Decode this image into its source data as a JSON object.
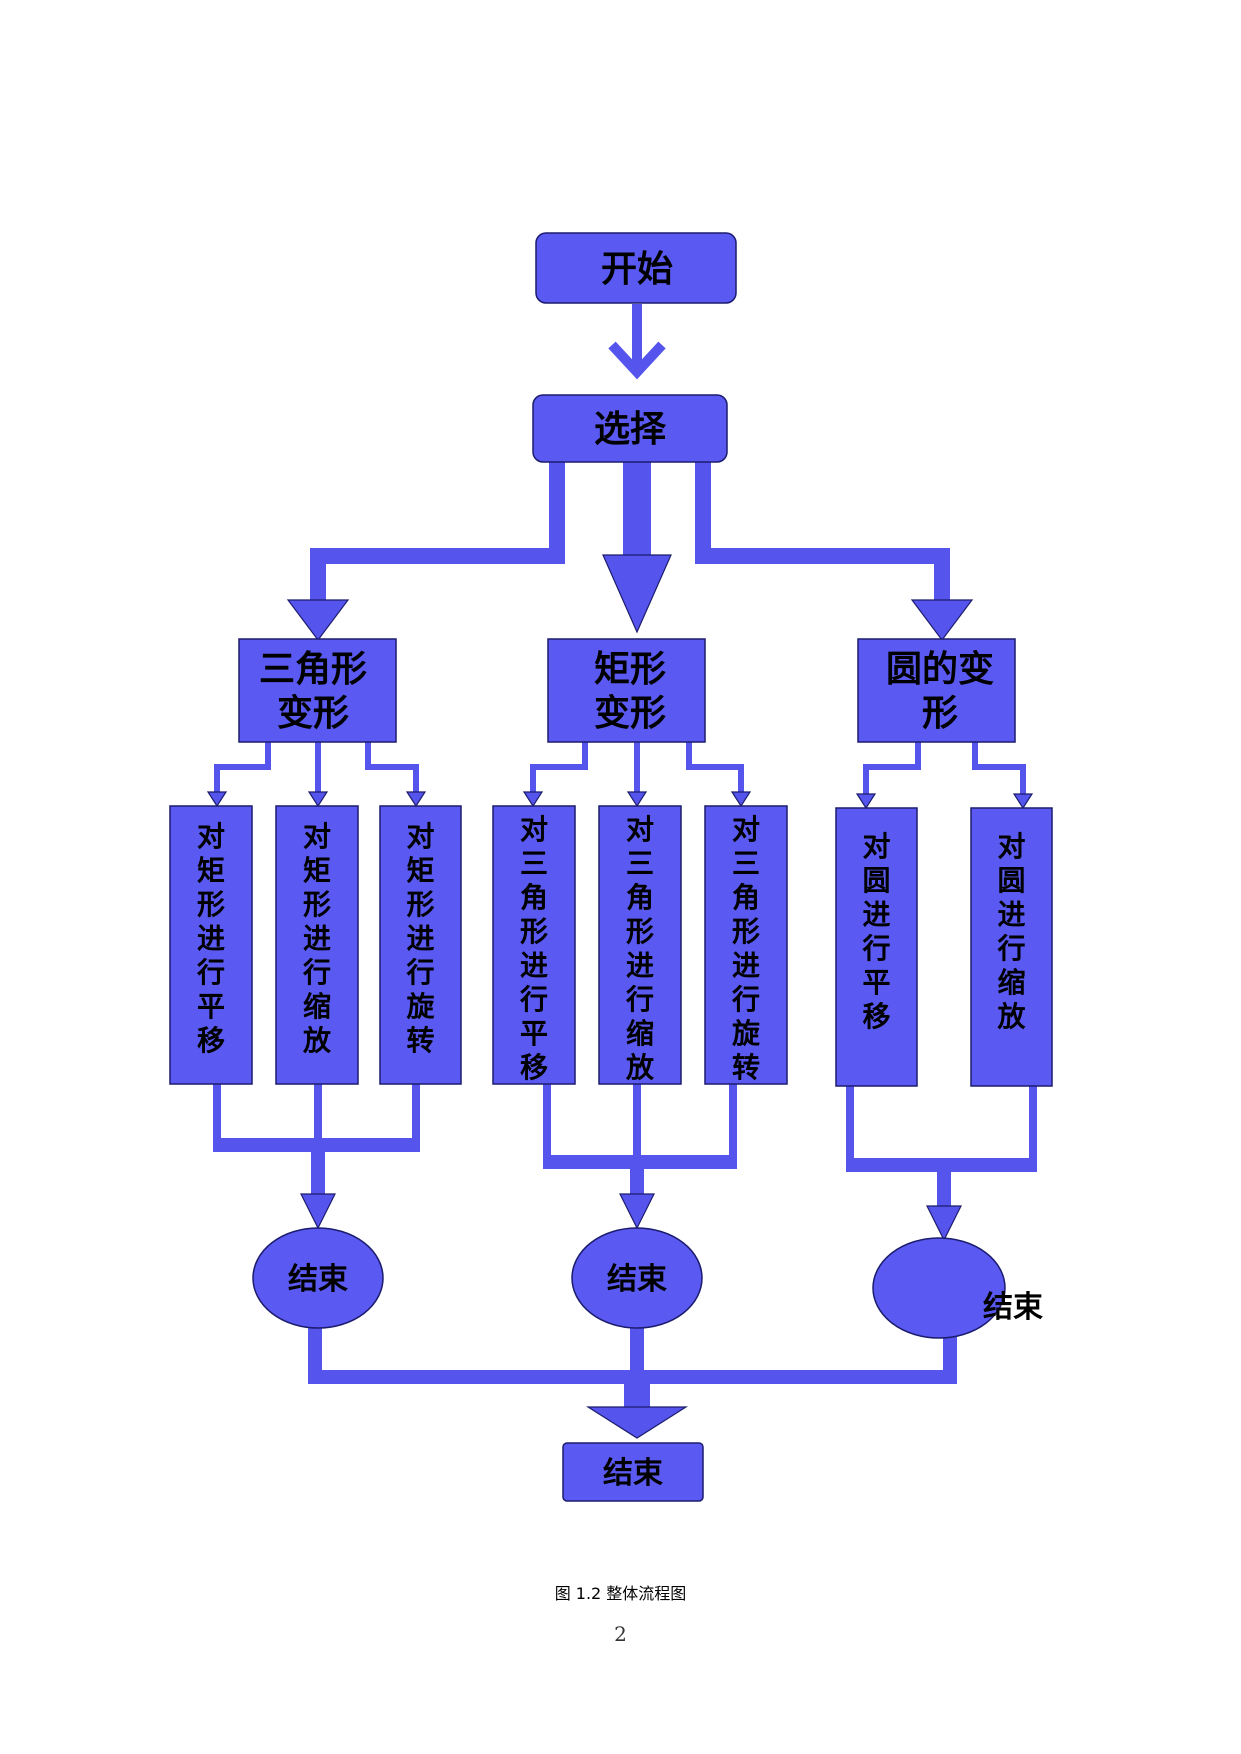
{
  "colors": {
    "node_fill": "#5a5af2",
    "node_stroke": "#1c1c6e",
    "connector": "#5555ee",
    "text": "#000000"
  },
  "flowchart": {
    "start": "开始",
    "choose": "选择",
    "branches": [
      {
        "title_lines": [
          "三角形",
          "变形"
        ],
        "actions": [
          "对矩形进行平移",
          "对矩形进行缩放",
          "对矩形进行旋转"
        ],
        "end": "结束"
      },
      {
        "title_lines": [
          "矩形",
          "变形"
        ],
        "actions": [
          "对三角形进行平移",
          "对三角形进行缩放",
          "对三角形进行旋转"
        ],
        "end": "结束"
      },
      {
        "title_lines": [
          "圆的变",
          "形"
        ],
        "actions": [
          "对圆进行平移",
          "对圆进行缩放"
        ],
        "end": "结束"
      }
    ],
    "final_end": "结束"
  },
  "caption": "图 1.2  整体流程图",
  "page_number": "2"
}
